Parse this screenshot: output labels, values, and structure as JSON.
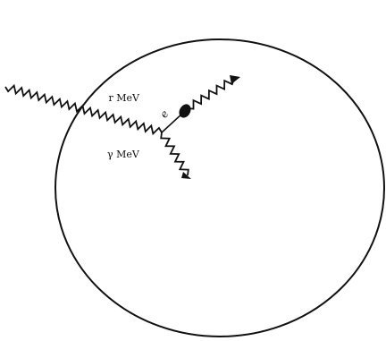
{
  "diagram": {
    "labels": {
      "incoming_photon_energy": "⁠⁠⁠ r MeV",
      "scattered_photon_energy": "γ MeV",
      "electron_symbol": "e"
    },
    "colors": {
      "ink": "#111111",
      "background": "#ffffff"
    }
  }
}
